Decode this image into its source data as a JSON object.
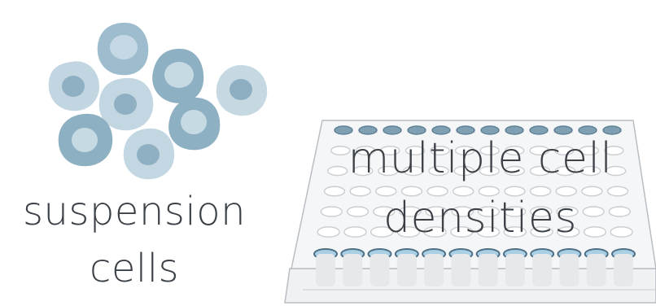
{
  "left_caption": {
    "line1": "suspension",
    "line2": "cells"
  },
  "right_caption": {
    "line1": "multiple cell",
    "line2": "densities"
  },
  "colors": {
    "cell_dark": "#8fb0c2",
    "cell_light": "#c4d8e3",
    "nucleus_dark": "#6e98ad",
    "plate_fill": "#f3f4f5",
    "plate_edge": "#b9bec3",
    "well_outline": "#c9ced2",
    "liquid": "#a9cfe5",
    "text": "#3b4147"
  },
  "icons": [
    "cell-cluster-icon",
    "well-plate-icon"
  ]
}
